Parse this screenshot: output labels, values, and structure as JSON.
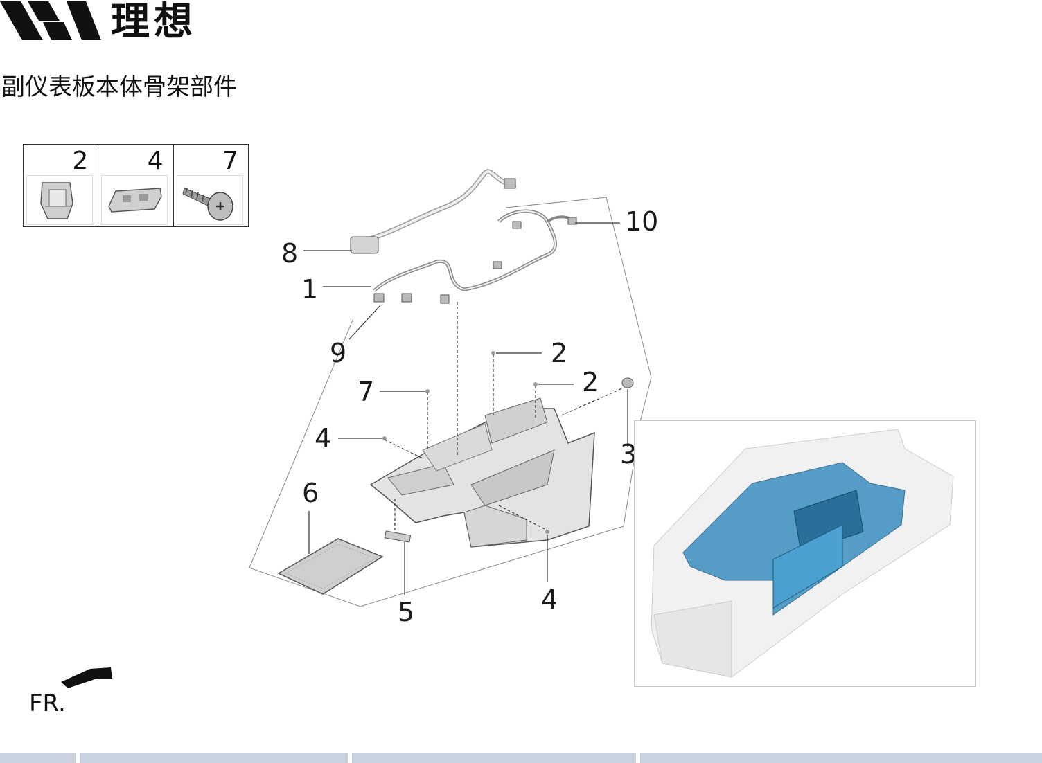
{
  "brand": {
    "name": "理想",
    "logo_icon": "li-auto-logo-icon"
  },
  "page": {
    "title": "副仪表板本体骨架部件"
  },
  "inset_parts": [
    {
      "number": "2",
      "icon": "clip-icon"
    },
    {
      "number": "4",
      "icon": "bracket-clip-icon"
    },
    {
      "number": "7",
      "icon": "screw-icon"
    }
  ],
  "callouts": {
    "c1": "1",
    "c2a": "2",
    "c2b": "2",
    "c3": "3",
    "c4a": "4",
    "c4b": "4",
    "c5": "5",
    "c6": "6",
    "c7": "7",
    "c8": "8",
    "c9": "9",
    "c10": "10"
  },
  "orientation": {
    "label": "FR.",
    "icon": "front-arrow-icon"
  },
  "colors": {
    "highlight": "#3a8fc0",
    "line": "#333333",
    "footer": "#c9d3df"
  }
}
